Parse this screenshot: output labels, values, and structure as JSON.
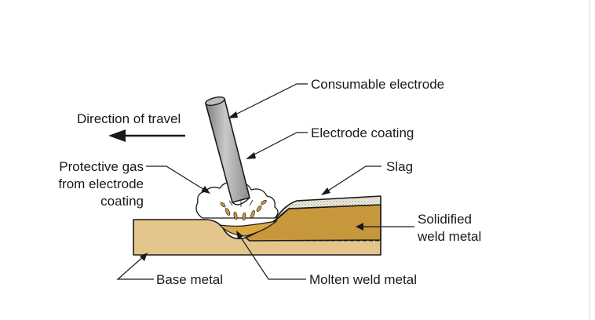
{
  "labels": {
    "consumable_electrode": "Consumable electrode",
    "direction_of_travel": "Direction of travel",
    "electrode_coating": "Electrode coating",
    "protective_gas": [
      "Protective gas",
      "from electrode",
      "coating"
    ],
    "slag": "Slag",
    "solidified_weld_metal": [
      "Solidified",
      "weld metal"
    ],
    "base_metal": "Base metal",
    "molten_weld_metal": "Molten weld metal"
  },
  "colors": {
    "base_metal": "#e4c68d",
    "weld_metal": "#c6973b",
    "electrode": "#a9a9a9",
    "slag": "#f1eedd",
    "outline": "#1a1a1a"
  }
}
